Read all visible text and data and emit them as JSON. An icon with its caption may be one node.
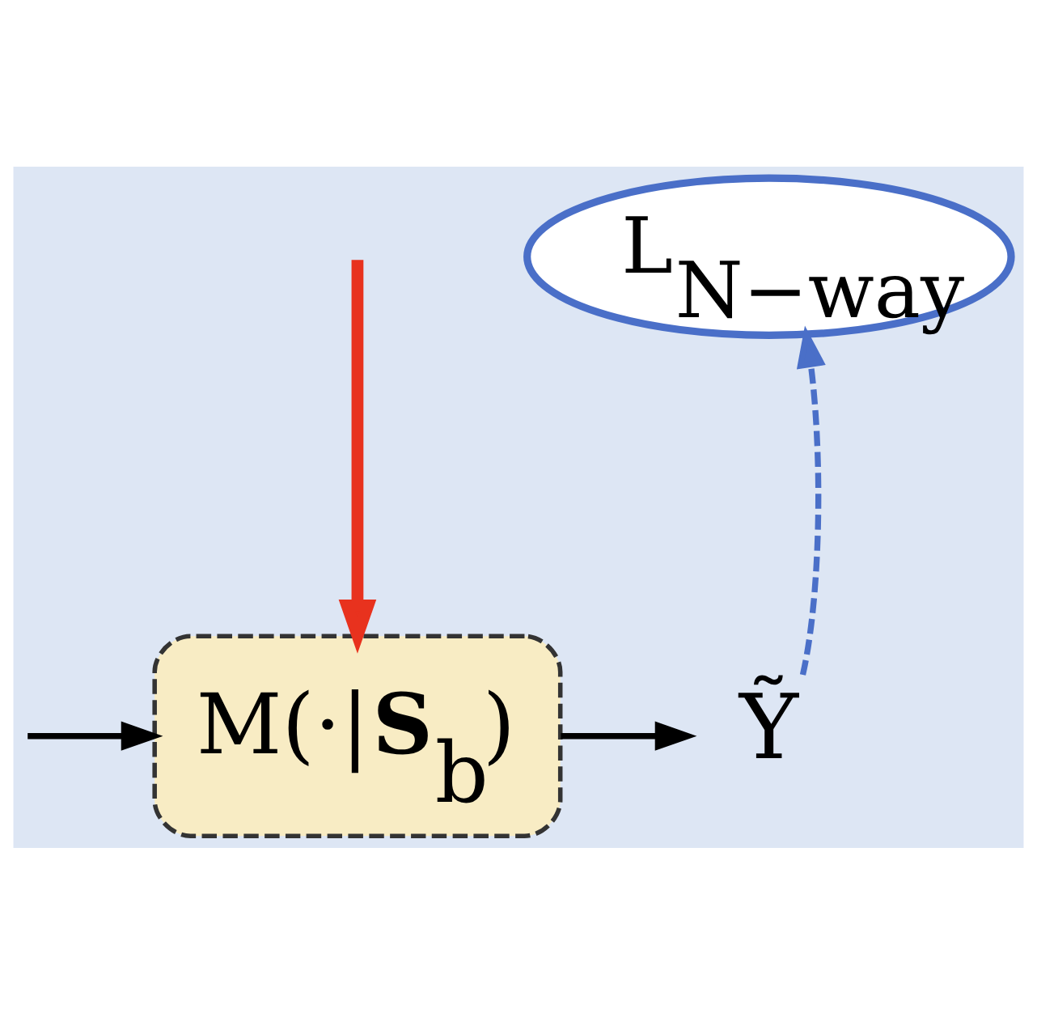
{
  "diagram": {
    "nodes": [
      {
        "text": [
          "L$_{N−way}$"
        ]
      },
      {
        "text": [
          "M(·|**S**$_{b}$)"
        ]
      },
      {
        "text": [
          "Ỹ"
        ]
      }
    ],
    "edges": [
      {
        "from": null,
        "to": 1,
        "arrow": "to",
        "color": "#e8321e",
        "style": "thick"
      },
      {
        "from": null,
        "to": 1,
        "arrow": "to"
      },
      {
        "from": 1,
        "to": 2,
        "arrow": "to"
      },
      {
        "from": 2,
        "to": 0,
        "arrow": "to",
        "style": "dashed",
        "color": "#4a6fc8"
      }
    ]
  }
}
